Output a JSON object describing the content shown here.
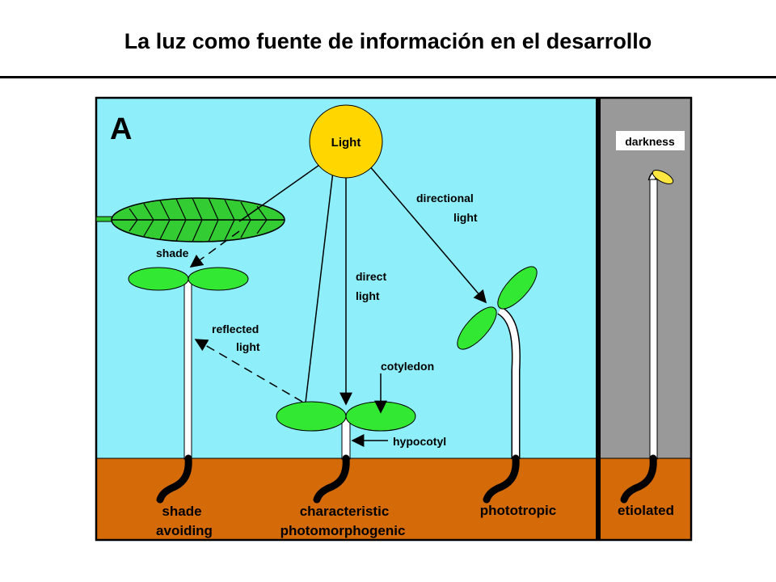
{
  "title": "La luz como fuente de información en el desarrollo",
  "panel_label": "A",
  "colors": {
    "sky": "#8EEFFB",
    "soil": "#D46A08",
    "dark_panel": "#999999",
    "sun": "#FFD600",
    "leaf": "#33E833",
    "canopy_leaf": "#33CC33",
    "etiolated_cotyledon": "#FFE640"
  },
  "sun": {
    "label": "Light"
  },
  "labels": {
    "darkness": "darkness",
    "shade": "shade",
    "directional": "directional",
    "directional_light": "light",
    "direct": "direct",
    "direct_light": "light",
    "reflected": "reflected",
    "reflected_light": "light",
    "cotyledon": "cotyledon",
    "hypocotyl": "hypocotyl"
  },
  "captions": {
    "shade_line1": "shade",
    "shade_line2": "avoiding",
    "char_line1": "characteristic",
    "char_line2": "photomorphogenic",
    "phototropic": "phototropic",
    "etiolated": "etiolated"
  }
}
